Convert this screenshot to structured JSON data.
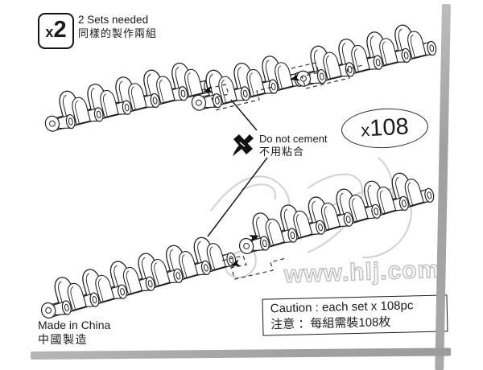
{
  "sheet": {
    "sets": {
      "badge": "x2",
      "line1": "2 Sets needed",
      "line2": "同樣的製作兩組"
    },
    "no_cement": {
      "line1": "Do not cement",
      "line2": "不用粘合"
    },
    "quantity_badge": "x108",
    "caution": {
      "line1": "Caution : each set x 108pc",
      "line2": "注意 ：每組需裝108枚"
    },
    "origin": {
      "line1": "Made in China",
      "line2": "中國製造"
    },
    "watermark": {
      "url": "www.hlj.com"
    },
    "colors": {
      "line_art": "#222222",
      "watermark_gray": "#bcbcbc",
      "scan_edge_gray": "#a6a6a6"
    }
  }
}
